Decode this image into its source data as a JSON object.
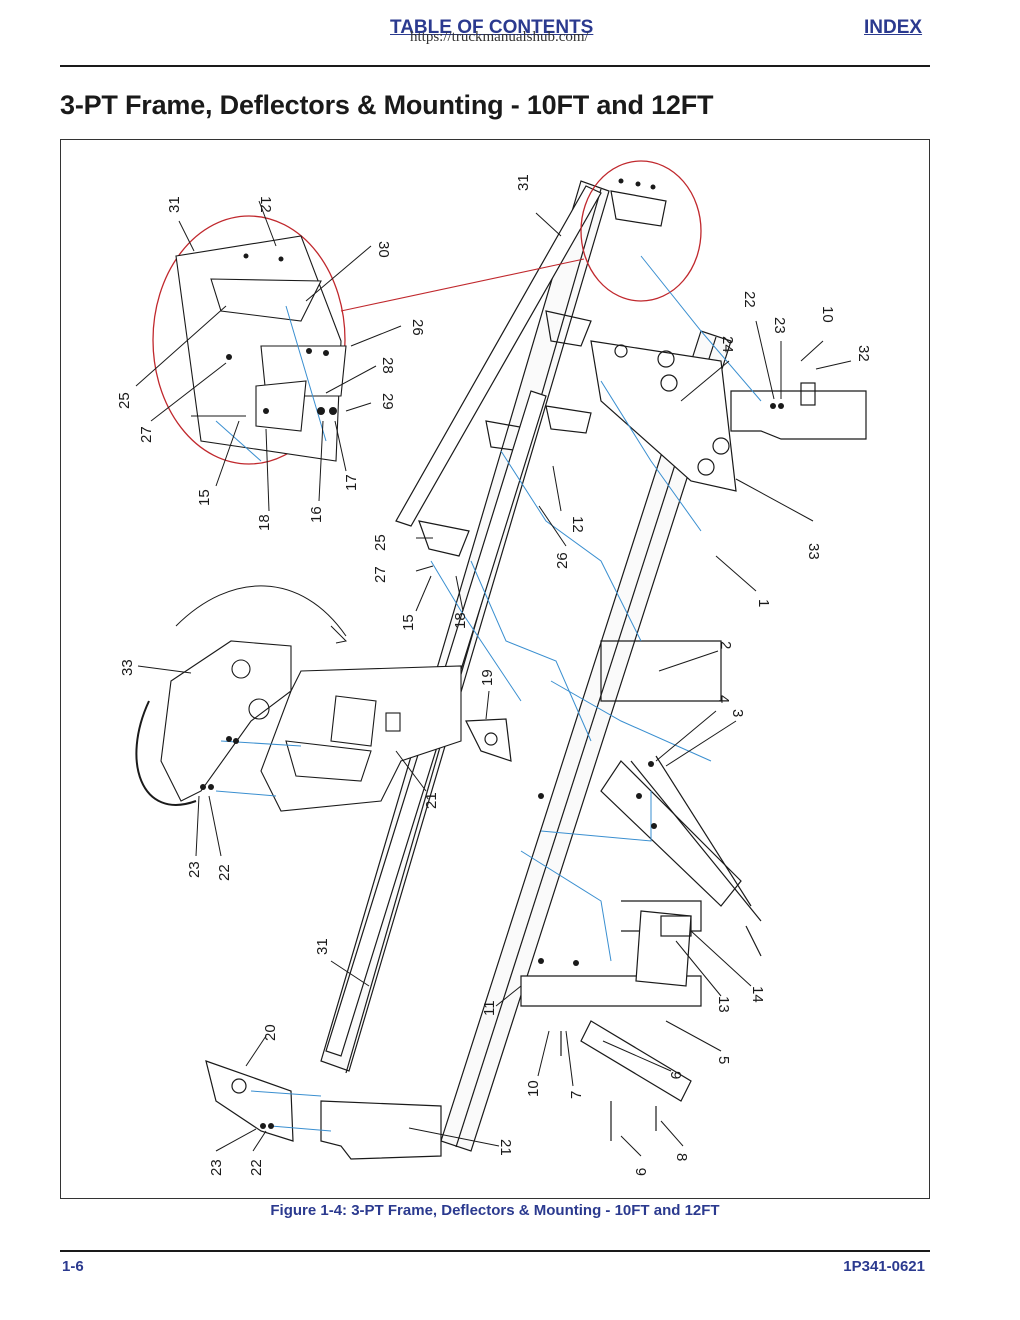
{
  "header": {
    "toc_label": "TABLE OF CONTENTS",
    "index_label": "INDEX",
    "watermark": "https://truckmanualshub.com/"
  },
  "page": {
    "title": "3-PT Frame, Deflectors & Mounting - 10FT and 12FT",
    "caption": "Figure 1-4:  3-PT Frame, Deflectors & Mounting - 10FT and 12FT",
    "page_number": "1-6",
    "doc_number": "1P341-0621"
  },
  "figure": {
    "callouts": [
      "31",
      "12",
      "30",
      "26",
      "25",
      "27",
      "28",
      "29",
      "15",
      "18",
      "16",
      "17",
      "31",
      "22",
      "23",
      "10",
      "32",
      "24",
      "33",
      "12",
      "26",
      "25",
      "27",
      "15",
      "18",
      "1",
      "2",
      "4",
      "3",
      "19",
      "33",
      "21",
      "23",
      "22",
      "31",
      "11",
      "13",
      "14",
      "5",
      "9",
      "10",
      "7",
      "20",
      "23",
      "22",
      "21",
      "6",
      "8"
    ],
    "detail_circle_color": "#c0282d",
    "leader_color": "#1a1a1a",
    "hardware_line_color": "#3a8fd0"
  }
}
